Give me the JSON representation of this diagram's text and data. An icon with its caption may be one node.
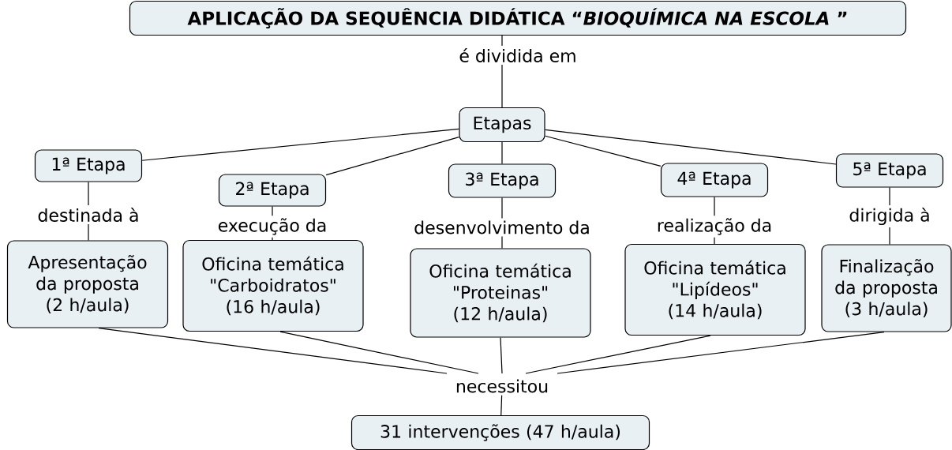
{
  "diagram": {
    "nodes": [
      {
        "text": [
          "APLICAÇÃO DA SEQUÊNCIA DIDÁTICA “*BIOQUÍMICA NA ESCOLA* ”"
        ]
      },
      {
        "text": [
          "Etapas"
        ]
      },
      {
        "text": [
          "1ª Etapa"
        ]
      },
      {
        "text": [
          "2ª Etapa"
        ]
      },
      {
        "text": [
          "3ª Etapa"
        ]
      },
      {
        "text": [
          "4ª Etapa"
        ]
      },
      {
        "text": [
          "5ª Etapa"
        ]
      },
      {
        "text": [
          "Apresentação da proposta (2 h/aula)"
        ]
      },
      {
        "text": [
          "Oficina temática \"Carboidratos\" (16 h/aula)"
        ]
      },
      {
        "text": [
          "Oficina temática \"Proteinas\" (12 h/aula)"
        ]
      },
      {
        "text": [
          "Oficina temática \"Lipídeos\" (14 h/aula)"
        ]
      },
      {
        "text": [
          "Finalização da proposta (3 h/aula)"
        ]
      },
      {
        "text": [
          "necessitou"
        ]
      },
      {
        "text": [
          "31 intervenções (47 h/aula)"
        ]
      }
    ],
    "edges": [
      {
        "from": 0,
        "to": 1,
        "arrow": "none",
        "label": "é dividida em"
      },
      {
        "from": 1,
        "to": 2,
        "arrow": "none"
      },
      {
        "from": 1,
        "to": 3,
        "arrow": "none"
      },
      {
        "from": 1,
        "to": 4,
        "arrow": "none"
      },
      {
        "from": 1,
        "to": 5,
        "arrow": "none"
      },
      {
        "from": 1,
        "to": 6,
        "arrow": "none"
      },
      {
        "from": 2,
        "to": 7,
        "arrow": "none",
        "label": "destinada à"
      },
      {
        "from": 3,
        "to": 8,
        "arrow": "none",
        "label": "execução da"
      },
      {
        "from": 4,
        "to": 9,
        "arrow": "none",
        "label": "desenvolvimento da"
      },
      {
        "from": 5,
        "to": 10,
        "arrow": "none",
        "label": "realização da"
      },
      {
        "from": 6,
        "to": 11,
        "arrow": "none",
        "label": "dirigida à"
      },
      {
        "from": 7,
        "to": 12,
        "arrow": "none"
      },
      {
        "from": 8,
        "to": 12,
        "arrow": "none"
      },
      {
        "from": 9,
        "to": 12,
        "arrow": "none"
      },
      {
        "from": 10,
        "to": 12,
        "arrow": "none"
      },
      {
        "from": 11,
        "to": 12,
        "arrow": "none"
      },
      {
        "from": 12,
        "to": 13,
        "arrow": "none"
      }
    ]
  }
}
